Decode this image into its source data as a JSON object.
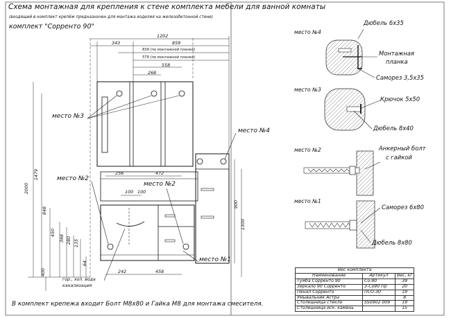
{
  "title": "Схема монтажная для крепления к стене комплекта мебели для ванной комнаты",
  "subtitle": "(входящий в комплект крепёж предназначен для монтажа изделия на железобетонной стене)",
  "kit_label": "комплект \"Сорренто 90\"",
  "footer_note": "В комплект крепежа входит Болт М8х80 и Гайка М8 для монтажа смесителя.",
  "dimensions": {
    "w1202": "1202",
    "w343": "343",
    "w859": "859",
    "w839": "839 (по монтажной планке)",
    "w579": "579 (по монтажной планке)",
    "w558": "558",
    "w268": "268",
    "w256": "256",
    "w472": "472",
    "w100a": "100",
    "w100b": "100",
    "w242": "242",
    "w458": "458",
    "h2000": "2000",
    "h1479": "1479",
    "h848": "848",
    "h450": "450",
    "h366": "366",
    "h280": "280",
    "h135": "135",
    "h64": "64",
    "h400": "400",
    "h900": "900",
    "h1300": "1300"
  },
  "callouts": {
    "place3": "место №3",
    "place4": "место №4",
    "place2a": "место №2",
    "place2b": "место №2",
    "place1": "место №1",
    "water": "гор., хол. вода",
    "sewer": "канализация"
  },
  "details": {
    "d4": {
      "label": "место №4",
      "top": "Дюбель 6х35",
      "mid1": "Монтажная",
      "mid2": "планка",
      "bottom": "Саморез 3,5х35"
    },
    "d3": {
      "label": "место №3",
      "top": "Крючок 5х50",
      "bottom": "Дюбель 8х40"
    },
    "d2": {
      "label": "место №2",
      "top1": "Анкерный болт",
      "top2": "с гайкой"
    },
    "d1": {
      "label": "место №1",
      "top": "Саморез 6х80",
      "bottom": "Дюбель 8х80"
    }
  },
  "bom": {
    "caption": "Вес комплекта",
    "headers": [
      "Наименование",
      "Артикул",
      "Вес, кг"
    ],
    "rows": [
      [
        "Тумба Сорренто 90",
        "Со-90",
        "39"
      ],
      [
        "Зеркало 90 Сорренто",
        "З-Со90 Пр",
        "20"
      ],
      [
        "Пенал Сорренто",
        "ПСО-30",
        "19"
      ],
      [
        "Умывальник Астра",
        "",
        "8"
      ],
      [
        "Столешница стекло",
        "SS0902 009",
        "19"
      ],
      [
        "Столешница иск. камень",
        "",
        "15"
      ]
    ]
  }
}
